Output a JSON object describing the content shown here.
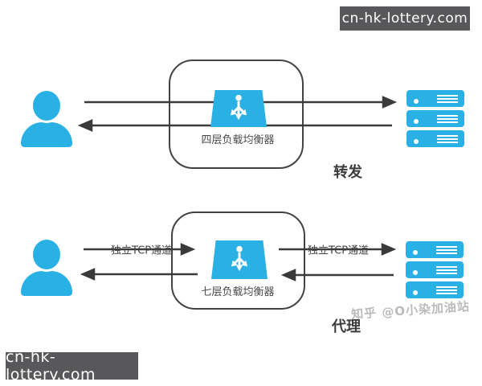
{
  "watermark_top": {
    "text": "cn-hk-lottery.com"
  },
  "watermark_bottom": {
    "text": "cn-hk-lottery.com"
  },
  "zhihu_watermark": {
    "text": "知乎 @O小染加油站"
  },
  "colors": {
    "accent_cyan": "#29b1e6",
    "arrow": "#3a3a3a",
    "box_border": "#46423f",
    "watermark_bg": "#58585a",
    "watermark_text": "#ffffff",
    "label_text": "#4a4a4a",
    "mode_text": "#3c3c3c"
  },
  "icons": {
    "user": "user-icon",
    "load_balancer": "load-balancer-icon",
    "server": "server-stack-icon"
  },
  "top_diagram": {
    "balancer_label": "四层负载均衡器",
    "mode_label": "转发",
    "server_count": 3,
    "flow": "user -> layer4 load balancer -> servers (forwarding)"
  },
  "bottom_diagram": {
    "balancer_label": "七层负载均衡器",
    "mode_label": "代理",
    "left_channel_label": "独立TCP通道",
    "right_channel_label": "独立TCP通道",
    "server_count": 3,
    "flow": "user <-> layer7 load balancer <-> servers via independent TCP channels (proxy)"
  }
}
